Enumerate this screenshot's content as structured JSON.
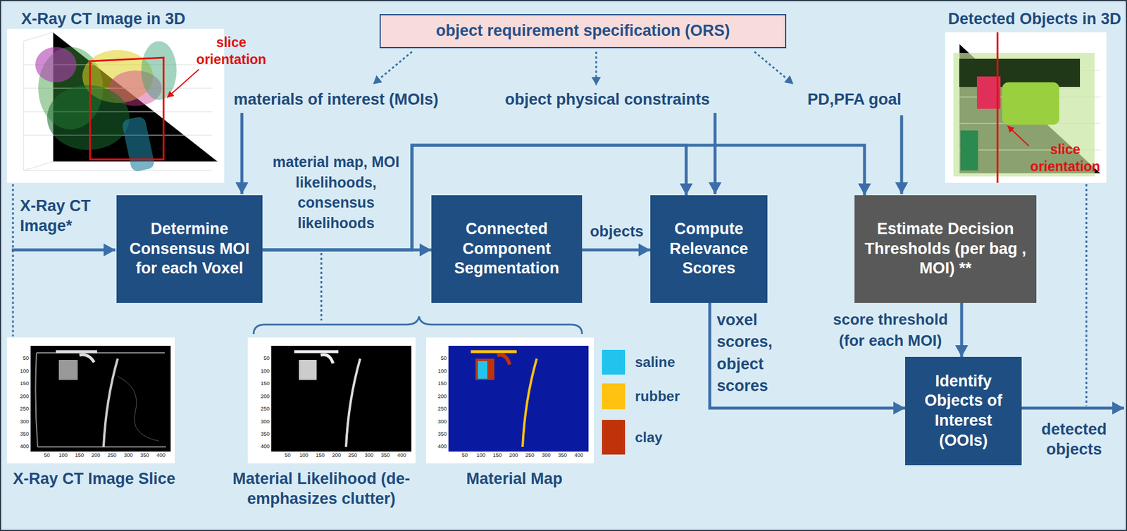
{
  "diagram": {
    "nodes": [
      {
        "text": [
          "object requirement specification (ORS)"
        ]
      },
      {
        "text": [
          "Determine Consensus MOI for each Voxel"
        ]
      },
      {
        "text": [
          "Connected Component Segmentation"
        ]
      },
      {
        "text": [
          "Compute Relevance Scores"
        ]
      },
      {
        "text": [
          "Estimate Decision Thresholds (per bag , MOI) **"
        ]
      },
      {
        "text": [
          "Identify Objects of Interest (OOIs)"
        ]
      }
    ],
    "edges": [
      {
        "from": 1,
        "to": 2,
        "arrow": "to",
        "label": "material map, MOI likelihoods, consensus likelihoods"
      },
      {
        "from": 2,
        "to": 3,
        "arrow": "to",
        "label": "objects"
      },
      {
        "from": 1,
        "to": 3,
        "arrow": "to"
      },
      {
        "from": 1,
        "to": 4,
        "arrow": "to"
      },
      {
        "from": 3,
        "to": 5,
        "arrow": "to",
        "label": "voxel scores, object scores"
      },
      {
        "from": 4,
        "to": 5,
        "arrow": "to",
        "label": "score threshold (for each MOI)"
      }
    ],
    "labels": [
      "X-Ray CT Image in 3D",
      "slice orientation",
      "Detected Objects in 3D",
      "slice orientation",
      "materials of interest (MOIs)",
      "object physical constraints",
      "PD,PFA goal",
      "X-Ray CT Image*",
      "detected objects",
      "X-Ray CT Image Slice",
      "Material Likelihood (de-emphasizes clutter)",
      "Material Map",
      "50",
      "100",
      "150",
      "200",
      "250",
      "300",
      "350",
      "400",
      "50",
      "100",
      "150",
      "200",
      "250",
      "300",
      "350",
      "400",
      "50",
      "100",
      "150",
      "200",
      "250",
      "300",
      "350",
      "400",
      "50",
      "100",
      "150",
      "200",
      "250",
      "300",
      "350",
      "400",
      "50",
      "100",
      "150",
      "200",
      "250",
      "300",
      "350",
      "400",
      "50",
      "100",
      "150",
      "200",
      "250",
      "300",
      "350",
      "400"
    ],
    "legend": [
      {
        "text": "saline",
        "color": "#22c4ee"
      },
      {
        "text": "rubber",
        "color": "#ffc20e"
      },
      {
        "text": "clay",
        "color": "#c0320a"
      }
    ]
  }
}
